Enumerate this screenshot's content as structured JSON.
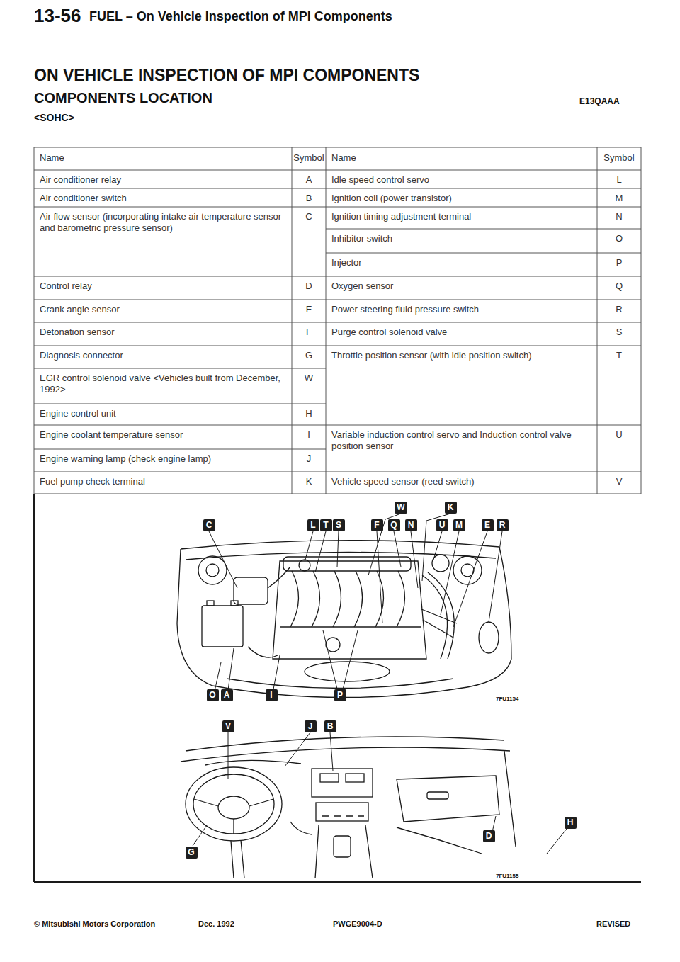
{
  "diagram": {
    "title": "ON VEHICLE INSPECTION OF MPI COMPONENTS",
    "nodes": [
      {
        "text": [
          "W"
        ]
      },
      {
        "text": [
          "K"
        ]
      },
      {
        "text": [
          "C"
        ]
      },
      {
        "text": [
          "L"
        ]
      },
      {
        "text": [
          "T"
        ]
      },
      {
        "text": [
          "S"
        ]
      },
      {
        "text": [
          "F"
        ]
      },
      {
        "text": [
          "Q"
        ]
      },
      {
        "text": [
          "N"
        ]
      },
      {
        "text": [
          "U"
        ]
      },
      {
        "text": [
          "M"
        ]
      },
      {
        "text": [
          "E"
        ]
      },
      {
        "text": [
          "R"
        ]
      },
      {
        "text": [
          "O"
        ]
      },
      {
        "text": [
          "A"
        ]
      },
      {
        "text": [
          "I"
        ]
      },
      {
        "text": [
          "P"
        ]
      },
      {
        "text": [
          "V"
        ]
      },
      {
        "text": [
          "J"
        ]
      },
      {
        "text": [
          "B"
        ]
      },
      {
        "text": [
          "H"
        ]
      },
      {
        "text": [
          "G"
        ]
      },
      {
        "text": [
          "D"
        ]
      }
    ],
    "labels": [
      "13-56",
      "FUEL – On Vehicle Inspection of MPI Components",
      "COMPONENTS LOCATION",
      "E13QAAA",
      "<SOHC>",
      "Name",
      "Symbol",
      "Name",
      "Symbol",
      "Air conditioner relay",
      "A",
      "Air conditioner switch",
      "B",
      "Air flow sensor (incorporating intake air temperature sensor and barometric pressure sensor)",
      "C",
      "Control relay",
      "D",
      "Crank angle sensor",
      "E",
      "Detonation sensor",
      "F",
      "Diagnosis connector",
      "G",
      "EGR control solenoid valve <Vehicles built from December, 1992>",
      "W",
      "Engine control unit",
      "H",
      "Engine coolant temperature sensor",
      "I",
      "Engine warning lamp (check engine lamp)",
      "J",
      "Fuel pump check terminal",
      "K",
      "Idle speed control servo",
      "L",
      "Ignition coil (power transistor)",
      "M",
      "Ignition timing adjustment terminal",
      "N",
      "Inhibitor switch",
      "O",
      "Injector",
      "P",
      "Oxygen sensor",
      "Q",
      "Power steering fluid pressure switch",
      "R",
      "Purge control solenoid valve",
      "S",
      "Throttle position sensor (with idle position switch)",
      "T",
      "Variable induction control servo and Induction control valve position sensor",
      "U",
      "Vehicle speed sensor (reed switch)",
      "V",
      "7FU1154",
      "7FU1155",
      "© Mitsubishi Motors Corporation",
      "Dec. 1992",
      "PWGE9004-D",
      "REVISED"
    ]
  }
}
